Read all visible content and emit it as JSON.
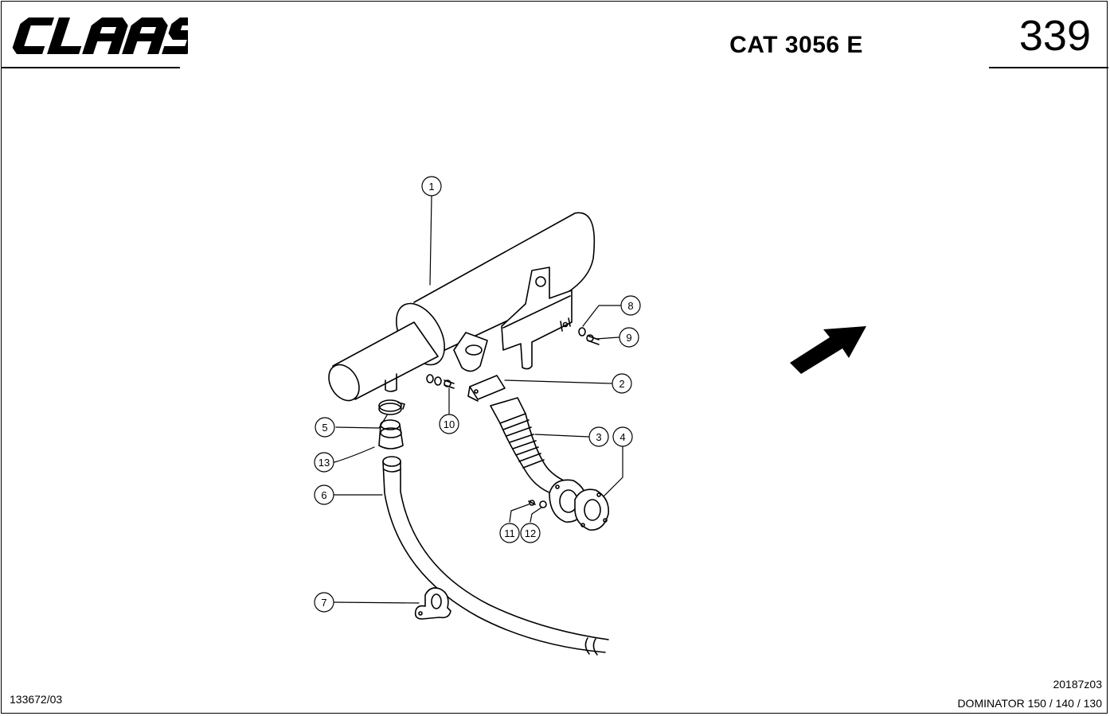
{
  "header": {
    "brand": "CLAAS",
    "model": "CAT 3056 E",
    "page_number": "339"
  },
  "footer": {
    "left_code": "133672/03",
    "right_code": "20187z03",
    "machine": "DOMINATOR 150 / 140 / 130"
  },
  "callouts": [
    "1",
    "2",
    "3",
    "4",
    "5",
    "6",
    "7",
    "8",
    "9",
    "10",
    "11",
    "12",
    "13"
  ],
  "colors": {
    "ink": "#000000",
    "paper": "#ffffff"
  },
  "icons": {
    "direction": "forward-arrow-icon"
  }
}
